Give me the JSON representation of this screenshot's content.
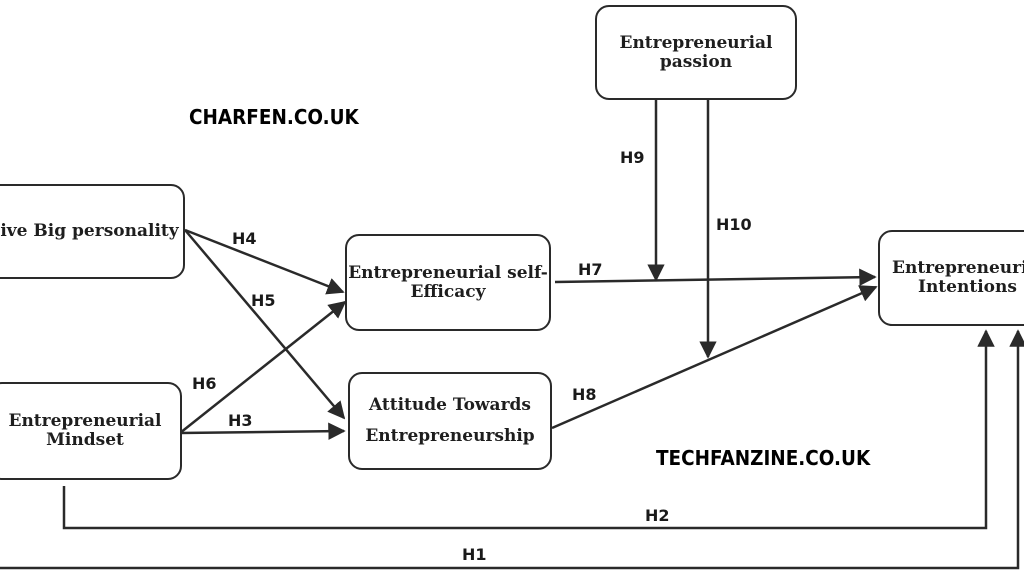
{
  "nodes": {
    "big5": {
      "line1": "ive Big personality"
    },
    "mindset": {
      "line1": "Entrepreneurial",
      "line2": "Mindset"
    },
    "efficacy": {
      "line1": "Entrepreneurial self-",
      "line2": "Efficacy"
    },
    "attitude": {
      "line1": "Attitude Towards",
      "line2": "Entrepreneurship"
    },
    "passion": {
      "line1": "Entrepreneurial",
      "line2": "passion"
    },
    "intentions": {
      "line1": "Entrepreneuri",
      "line2": "Intentions"
    }
  },
  "hypotheses": {
    "h1": "H1",
    "h2": "H2",
    "h3": "H3",
    "h4": "H4",
    "h5": "H5",
    "h6": "H6",
    "h7": "H7",
    "h8": "H8",
    "h9": "H9",
    "h10": "H10"
  },
  "watermarks": {
    "top": "CHARFEN.CO.UK",
    "bottom": "TECHFANZINE.CO.UK"
  },
  "colors": {
    "line": "#2a2a2a",
    "text": "#1e1e1e",
    "background": "#ffffff"
  }
}
